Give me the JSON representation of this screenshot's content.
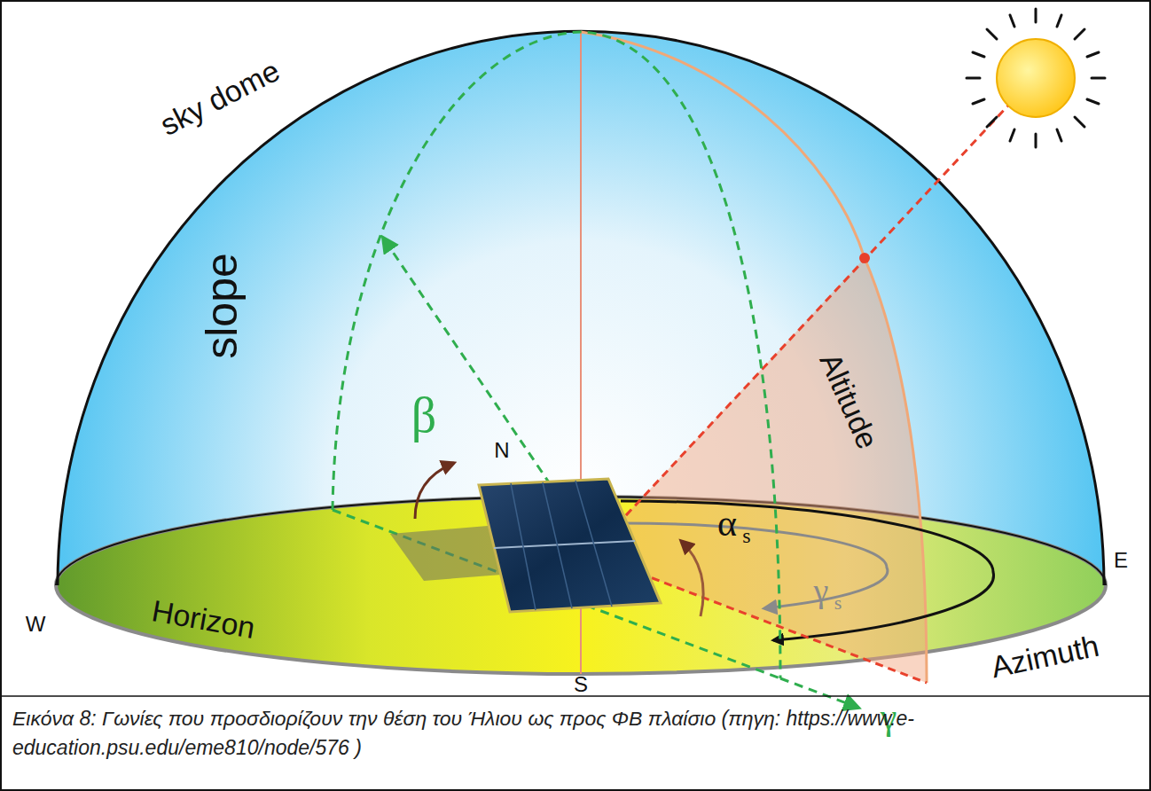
{
  "diagram": {
    "caption": "Εικόνα 8: Γωνίες που προσδιορίζουν την θέση του Ήλιου ως προς ΦΒ πλαίσιο (πηγη: https://www.e-education.psu.edu/eme810/node/576 )",
    "labels": [
      "sky dome",
      "slope",
      "β",
      "N",
      "α",
      "s",
      "Altitude",
      "E",
      "γ",
      "s",
      "W",
      "Horizon",
      "Azimuth",
      "S",
      "γ"
    ]
  }
}
